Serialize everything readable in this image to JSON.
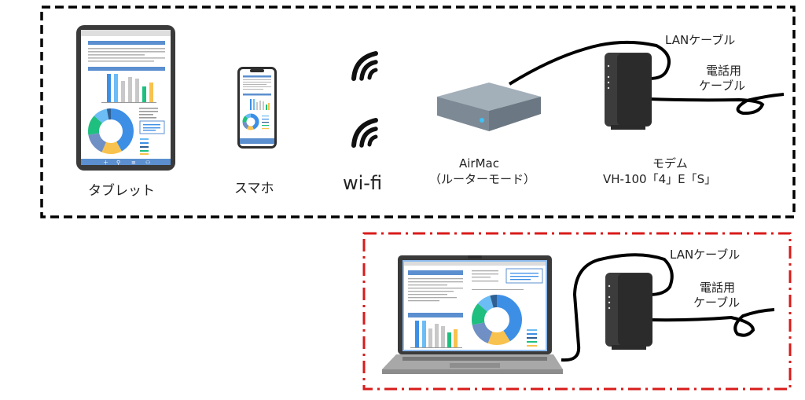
{
  "top_group": {
    "border_style": "dashed",
    "border_color": "#000000",
    "devices": {
      "tablet": {
        "label": "タブレット"
      },
      "smartphone": {
        "label": "スマホ"
      },
      "wifi": {
        "label": "wi-fi",
        "icon": "wifi-signal-icon",
        "count": 2
      },
      "router": {
        "label_line1": "AirMac",
        "label_line2": "（ルーターモード）"
      },
      "modem": {
        "label_line1": "モデム",
        "label_line2": "VH-100「4」E「S」"
      }
    },
    "cables": {
      "lan": {
        "label": "LANケーブル"
      },
      "phone": {
        "label_line1": "電話用",
        "label_line2": "ケーブル"
      }
    }
  },
  "bottom_group": {
    "border_style": "dash-dot",
    "border_color": "#d81b1b",
    "devices": {
      "laptop": {
        "label": ""
      },
      "modem": {
        "label": ""
      }
    },
    "cables": {
      "lan": {
        "label": "LANケーブル"
      },
      "phone": {
        "label_line1": "電話用",
        "label_line2": "ケーブル"
      }
    }
  },
  "colors": {
    "screen_blue": "#5b8fcf",
    "chart_blue": "#3d8fe6",
    "chart_lightblue": "#6cbcf5",
    "chart_gray": "#c8c8c8",
    "chart_green": "#1fbf7f",
    "chart_yellow": "#f8c24e",
    "device_dark": "#3a3a3a",
    "router_gray": "#8d9aa5",
    "led_blue": "#3fc1f5"
  }
}
